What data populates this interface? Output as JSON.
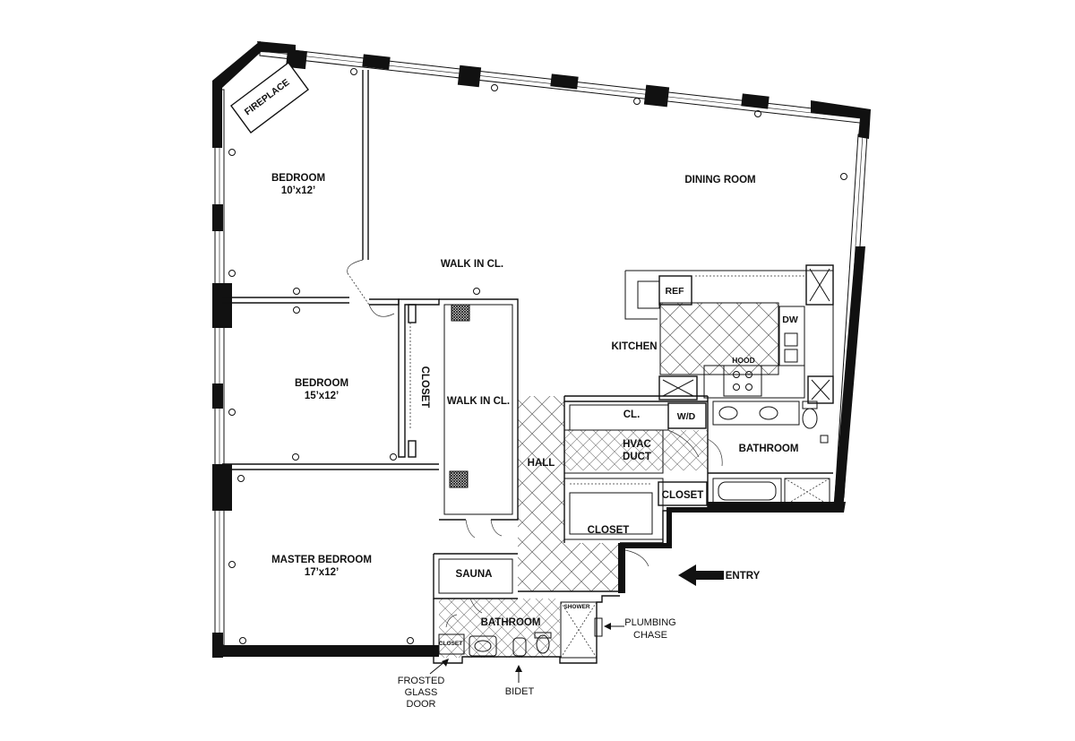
{
  "rooms": {
    "bedroom_1": {
      "name": "BEDROOM",
      "size": "10’x12’"
    },
    "bedroom_2": {
      "name": "BEDROOM",
      "size": "15’x12’"
    },
    "master_bedroom": {
      "name": "MASTER BEDROOM",
      "size": "17’x12’"
    },
    "dining_room": {
      "name": "DINING ROOM"
    },
    "walk_in_closet_1": {
      "name": "WALK IN CL."
    },
    "walk_in_closet_2": {
      "name": "WALK IN CL."
    },
    "kitchen": {
      "name": "KITCHEN"
    },
    "hall": {
      "name": "HALL"
    },
    "bathroom_1": {
      "name": "BATHROOM"
    },
    "bathroom_2": {
      "name": "BATHROOM"
    },
    "sauna": {
      "name": "SAUNA"
    },
    "closet_vertical": {
      "name": "CLOSET"
    },
    "closet_hall": {
      "name": "CLOSET"
    },
    "closet_bath": {
      "name": "CLOSET"
    },
    "closet_small": {
      "name": "CLOSET"
    },
    "cl_small": {
      "name": "CL."
    },
    "hvac": {
      "line1": "HVAC",
      "line2": "DUCT"
    }
  },
  "fixtures": {
    "fireplace": "FIREPLACE",
    "refrigerator": "REF",
    "dishwasher": "DW",
    "hood": "HOOD",
    "washer_dryer": "W/D",
    "shower": "SHOWER"
  },
  "callouts": {
    "entry": "ENTRY",
    "plumbing_line1": "PLUMBING",
    "plumbing_line2": "CHASE",
    "frosted_line1": "FROSTED",
    "frosted_line2": "GLASS",
    "frosted_line3": "DOOR",
    "bidet": "BIDET"
  }
}
